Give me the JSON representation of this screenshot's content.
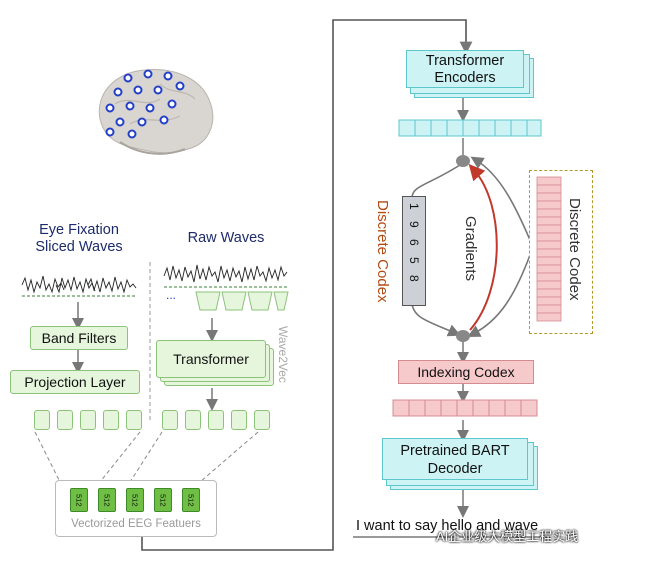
{
  "left": {
    "eye_fixation_title_line1": "Eye Fixation",
    "eye_fixation_title_line2": "Sliced  Waves",
    "raw_waves_title": "Raw Waves",
    "band_filters": "Band Filters",
    "projection_layer": "Projection Layer",
    "transformer": "Transformer",
    "wave2vec": "Wave2Vec",
    "vectorized_caption": "Vectorized EEG Featuers",
    "chip_label": "512",
    "ellipsis": "..."
  },
  "right": {
    "transformer_encoders_line1": "Transformer",
    "transformer_encoders_line2": "Encoders",
    "discrete_codex_left": "Discrete Codex",
    "discrete_codex_right": "Discrete Codex",
    "gradients": "Gradients",
    "code_digits": [
      "1",
      "9",
      "6",
      "5",
      "8"
    ],
    "indexing_codex": "Indexing Codex",
    "bart_line1": "Pretrained BART",
    "bart_line2": "Decoder",
    "output_sentence": "I want to say hello and wave"
  },
  "watermark": "AI企业级大模型工程实践",
  "colors": {
    "green_fill": "#e6f6dd",
    "green_border": "#8cc27a",
    "cyan_fill": "#cdf3f4",
    "pink_fill": "#f6c9cb",
    "red_arrow": "#c0392b",
    "label_blue": "#1d2b6b",
    "label_brown": "#b44a12"
  }
}
